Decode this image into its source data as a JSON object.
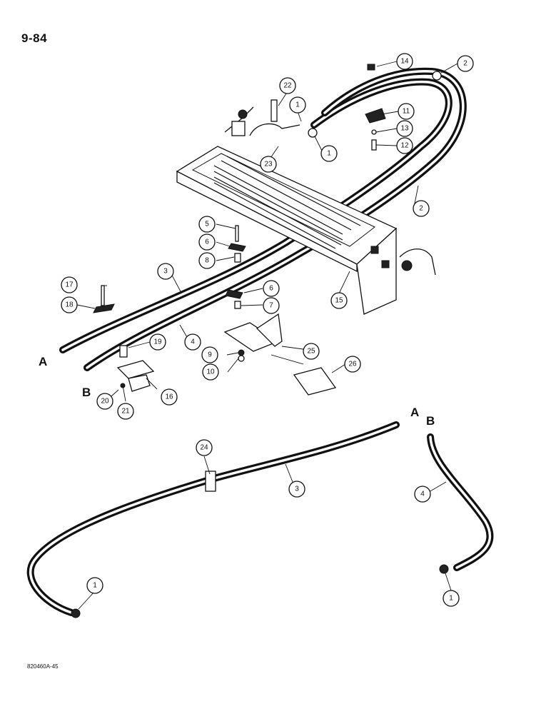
{
  "page_number": "9-84",
  "figure_code": "820460A-45",
  "end_labels": {
    "a": "A",
    "b": "B"
  },
  "callouts": {
    "c1a": "1",
    "c1b": "1",
    "c1c": "1",
    "c1d": "1",
    "c2a": "2",
    "c2b": "2",
    "c3a": "3",
    "c3b": "3",
    "c4a": "4",
    "c4b": "4",
    "c5": "5",
    "c6a": "6",
    "c6b": "6",
    "c7": "7",
    "c8": "8",
    "c9": "9",
    "c10": "10",
    "c11": "11",
    "c12": "12",
    "c13": "13",
    "c14": "14",
    "c15": "15",
    "c16": "16",
    "c17": "17",
    "c18": "18",
    "c19": "19",
    "c20": "20",
    "c21": "21",
    "c22": "22",
    "c23": "23",
    "c24": "24",
    "c25": "25",
    "c26": "26"
  }
}
